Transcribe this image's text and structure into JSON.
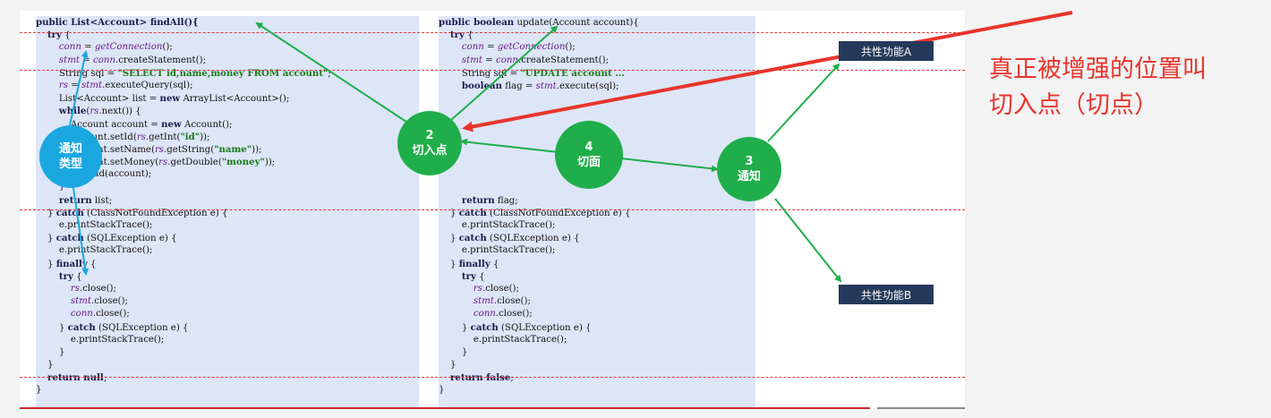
{
  "left_code": [
    [
      [
        "kw",
        "public List<Account> findAll(){"
      ]
    ],
    [
      [
        "t",
        "    "
      ],
      [
        "kw",
        "try"
      ],
      [
        "t",
        " {"
      ]
    ],
    [
      [
        "t",
        "        "
      ],
      [
        "it",
        "conn"
      ],
      [
        "t",
        " = "
      ],
      [
        "it",
        "getConnection"
      ],
      [
        "t",
        "();"
      ]
    ],
    [
      [
        "t",
        "        "
      ],
      [
        "it",
        "stmt"
      ],
      [
        "t",
        " = "
      ],
      [
        "it",
        "conn"
      ],
      [
        "t",
        ".createStatement();"
      ]
    ],
    [
      [
        "t",
        "        String sql = "
      ],
      [
        "str",
        "\"SELECT id,name,money FROM account\""
      ],
      [
        "t",
        ";"
      ]
    ],
    [
      [
        "t",
        "        "
      ],
      [
        "it",
        "rs"
      ],
      [
        "t",
        " = "
      ],
      [
        "it",
        "stmt"
      ],
      [
        "t",
        ".executeQuery(sql);"
      ]
    ],
    [
      [
        "t",
        "        List<Account> list = "
      ],
      [
        "kw",
        "new"
      ],
      [
        "t",
        " ArrayList<Account>();"
      ]
    ],
    [
      [
        "t",
        "        "
      ],
      [
        "kw",
        "while"
      ],
      [
        "t",
        "("
      ],
      [
        "it",
        "rs"
      ],
      [
        "t",
        ".next()) {"
      ]
    ],
    [
      [
        "t",
        "            Account account = "
      ],
      [
        "kw",
        "new"
      ],
      [
        "t",
        " Account();"
      ]
    ],
    [
      [
        "t",
        "            account.setId("
      ],
      [
        "it",
        "rs"
      ],
      [
        "t",
        ".getInt("
      ],
      [
        "str",
        "\"id\""
      ],
      [
        "t",
        "));"
      ]
    ],
    [
      [
        "t",
        "            account.setName("
      ],
      [
        "it",
        "rs"
      ],
      [
        "t",
        ".getString("
      ],
      [
        "str",
        "\"name\""
      ],
      [
        "t",
        "));"
      ]
    ],
    [
      [
        "t",
        "            account.setMoney("
      ],
      [
        "it",
        "rs"
      ],
      [
        "t",
        ".getDouble("
      ],
      [
        "str",
        "\"money\""
      ],
      [
        "t",
        "));"
      ]
    ],
    [
      [
        "t",
        "            list.add(account);"
      ]
    ],
    [
      [
        "t",
        "        }"
      ]
    ],
    [
      [
        "t",
        "        "
      ],
      [
        "kw",
        "return"
      ],
      [
        "t",
        " list;"
      ]
    ],
    [
      [
        "t",
        "    } "
      ],
      [
        "kw",
        "catch"
      ],
      [
        "t",
        " (ClassNotFoundException e) {"
      ]
    ],
    [
      [
        "t",
        "        e.printStackTrace();"
      ]
    ],
    [
      [
        "t",
        "    } "
      ],
      [
        "kw",
        "catch"
      ],
      [
        "t",
        " (SQLException e) {"
      ]
    ],
    [
      [
        "t",
        "        e.printStackTrace();"
      ]
    ],
    [
      [
        "t",
        "    } "
      ],
      [
        "kw",
        "finally"
      ],
      [
        "t",
        " {"
      ]
    ],
    [
      [
        "t",
        "        "
      ],
      [
        "kw",
        "try"
      ],
      [
        "t",
        " {"
      ]
    ],
    [
      [
        "t",
        "            "
      ],
      [
        "it",
        "rs"
      ],
      [
        "t",
        ".close();"
      ]
    ],
    [
      [
        "t",
        "            "
      ],
      [
        "it",
        "stmt"
      ],
      [
        "t",
        ".close();"
      ]
    ],
    [
      [
        "t",
        "            "
      ],
      [
        "it",
        "conn"
      ],
      [
        "t",
        ".close();"
      ]
    ],
    [
      [
        "t",
        "        } "
      ],
      [
        "kw",
        "catch"
      ],
      [
        "t",
        " (SQLException e) {"
      ]
    ],
    [
      [
        "t",
        "            e.printStackTrace();"
      ]
    ],
    [
      [
        "t",
        "        }"
      ]
    ],
    [
      [
        "t",
        "    }"
      ]
    ],
    [
      [
        "t",
        "    "
      ],
      [
        "kw",
        "return null"
      ],
      [
        "t",
        ";"
      ]
    ],
    [
      [
        "t",
        "}"
      ]
    ]
  ],
  "right_code": [
    [
      [
        "kw",
        "public boolean"
      ],
      [
        "t",
        " update(Account account){"
      ]
    ],
    [
      [
        "t",
        "    "
      ],
      [
        "kw",
        "try"
      ],
      [
        "t",
        " {"
      ]
    ],
    [
      [
        "t",
        "        "
      ],
      [
        "it",
        "conn"
      ],
      [
        "t",
        " = "
      ],
      [
        "it",
        "getConnection"
      ],
      [
        "t",
        "();"
      ]
    ],
    [
      [
        "t",
        "        "
      ],
      [
        "it",
        "stmt"
      ],
      [
        "t",
        " = "
      ],
      [
        "it",
        "conn"
      ],
      [
        "t",
        ".createStatement();"
      ]
    ],
    [
      [
        "t",
        "        String sql = "
      ],
      [
        "str",
        "\"UPDATE account ..."
      ],
      [
        "t",
        ""
      ]
    ],
    [
      [
        "t",
        "        "
      ],
      [
        "kw",
        "boolean"
      ],
      [
        "t",
        " flag = "
      ],
      [
        "it",
        "stmt"
      ],
      [
        "t",
        ".execute(sql);"
      ]
    ],
    [
      [
        "t",
        ""
      ]
    ],
    [
      [
        "t",
        ""
      ]
    ],
    [
      [
        "t",
        ""
      ]
    ],
    [
      [
        "t",
        ""
      ]
    ],
    [
      [
        "t",
        ""
      ]
    ],
    [
      [
        "t",
        ""
      ]
    ],
    [
      [
        "t",
        ""
      ]
    ],
    [
      [
        "t",
        ""
      ]
    ],
    [
      [
        "t",
        "        "
      ],
      [
        "kw",
        "return"
      ],
      [
        "t",
        " flag;"
      ]
    ],
    [
      [
        "t",
        "    } "
      ],
      [
        "kw",
        "catch"
      ],
      [
        "t",
        " (ClassNotFoundException e) {"
      ]
    ],
    [
      [
        "t",
        "        e.printStackTrace();"
      ]
    ],
    [
      [
        "t",
        "    } "
      ],
      [
        "kw",
        "catch"
      ],
      [
        "t",
        " (SQLException e) {"
      ]
    ],
    [
      [
        "t",
        "        e.printStackTrace();"
      ]
    ],
    [
      [
        "t",
        "    } "
      ],
      [
        "kw",
        "finally"
      ],
      [
        "t",
        " {"
      ]
    ],
    [
      [
        "t",
        "        "
      ],
      [
        "kw",
        "try"
      ],
      [
        "t",
        " {"
      ]
    ],
    [
      [
        "t",
        "            "
      ],
      [
        "it",
        "rs"
      ],
      [
        "t",
        ".close();"
      ]
    ],
    [
      [
        "t",
        "            "
      ],
      [
        "it",
        "stmt"
      ],
      [
        "t",
        ".close();"
      ]
    ],
    [
      [
        "t",
        "            "
      ],
      [
        "it",
        "conn"
      ],
      [
        "t",
        ".close();"
      ]
    ],
    [
      [
        "t",
        "        } "
      ],
      [
        "kw",
        "catch"
      ],
      [
        "t",
        " (SQLException e) {"
      ]
    ],
    [
      [
        "t",
        "            e.printStackTrace();"
      ]
    ],
    [
      [
        "t",
        "        }"
      ]
    ],
    [
      [
        "t",
        "    }"
      ]
    ],
    [
      [
        "t",
        "    "
      ],
      [
        "kw",
        "return false"
      ],
      [
        "t",
        ";"
      ]
    ],
    [
      [
        "t",
        "}"
      ]
    ]
  ],
  "nodes": {
    "joinpoint": {
      "num": "2",
      "label": "切入点"
    },
    "aspect": {
      "num": "4",
      "label": "切面"
    },
    "advice": {
      "num": "3",
      "label": "通知"
    },
    "advice_type": {
      "line1": "通知",
      "line2": "类型"
    }
  },
  "boxes": {
    "feature_a": "共性功能A",
    "feature_b": "共性功能B"
  },
  "annotation": {
    "line1": "真正被增强的位置叫",
    "line2": "切入点（切点）"
  },
  "colors": {
    "green": "#1fae4a",
    "cyan": "#1aa7e0",
    "red": "#e8352c",
    "navy": "#25395a",
    "code_bg": "#dde6f7"
  }
}
